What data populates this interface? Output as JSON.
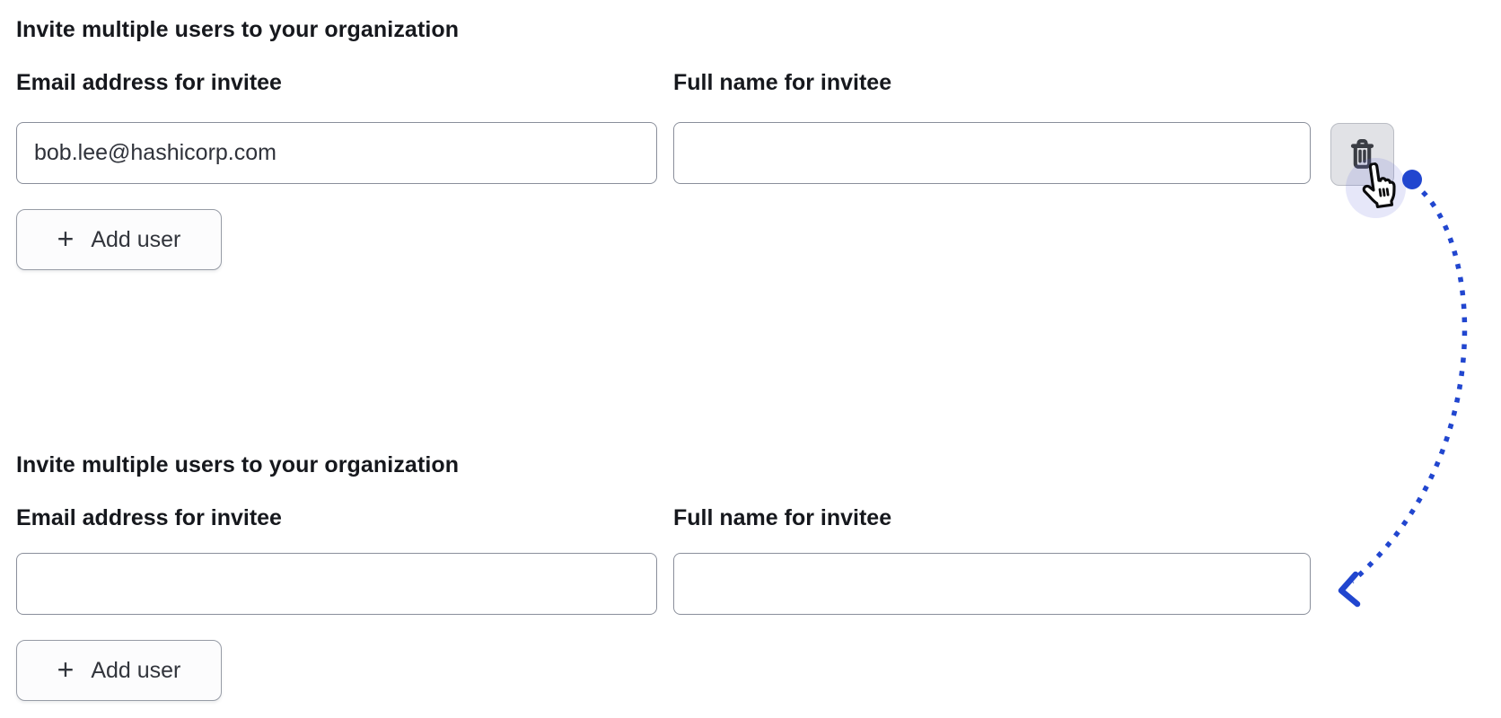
{
  "annotation": {
    "color": "#2146cf"
  },
  "ui": {
    "plus_icon_glyph": "+"
  },
  "sections": [
    {
      "heading": "Invite multiple users to your organization",
      "email_label": "Email address for invitee",
      "name_label": "Full name for invitee",
      "email_value": "bob.lee@hashicorp.com",
      "name_value": "",
      "add_user_label": "Add user"
    },
    {
      "heading": "Invite multiple users to your organization",
      "email_label": "Email address for invitee",
      "name_label": "Full name for invitee",
      "email_value": "",
      "name_value": "",
      "add_user_label": "Add user"
    }
  ]
}
